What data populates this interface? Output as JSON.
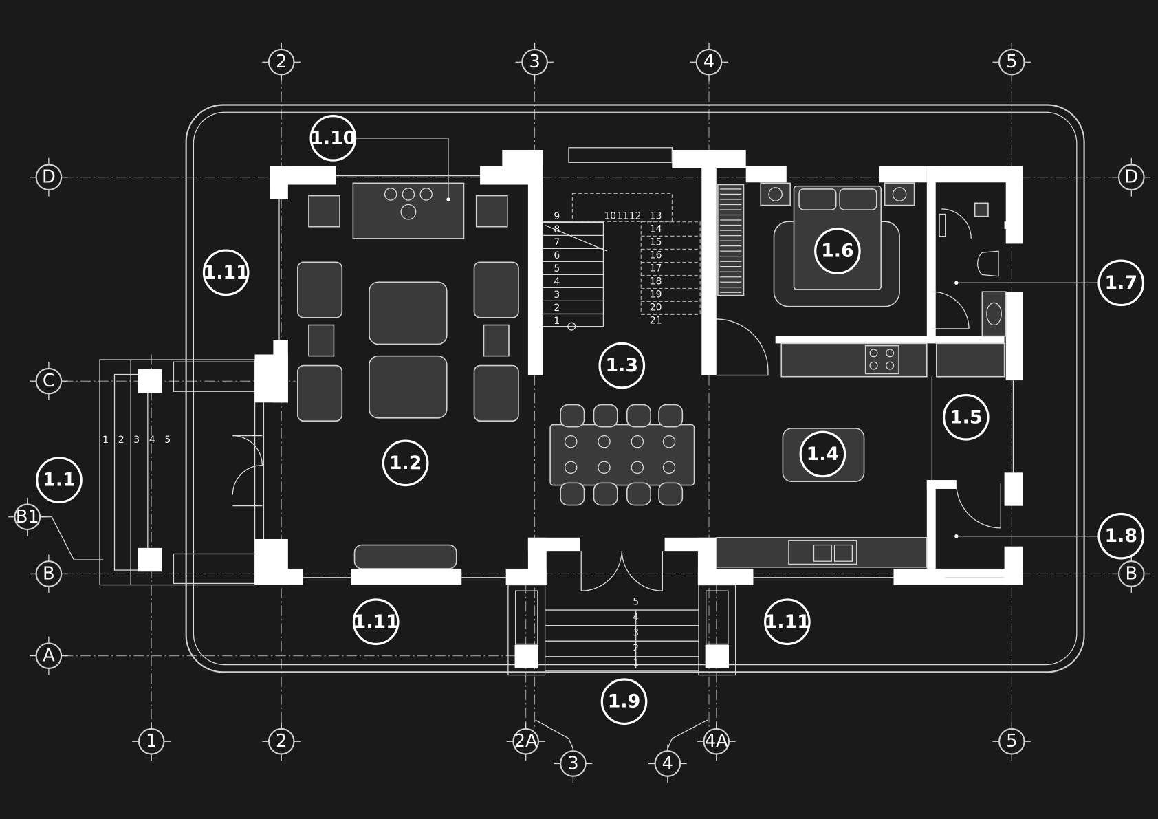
{
  "drawing": {
    "type": "ground floor plan",
    "colors": {
      "background": "#1a1a1a",
      "walls": "#ffffff",
      "lines": "#cfcfcf"
    }
  },
  "grid_labels": {
    "top": [
      "2",
      "3",
      "4",
      "5"
    ],
    "bottom": [
      "1",
      "2",
      "2A",
      "3",
      "4",
      "4A",
      "5"
    ],
    "left": [
      "D",
      "C",
      "B1",
      "B",
      "A"
    ],
    "right": [
      "D",
      "B"
    ]
  },
  "room_tags": [
    "1.10",
    "1.11",
    "1.11",
    "1.11",
    "1.1",
    "1.2",
    "1.3",
    "1.4",
    "1.5",
    "1.6",
    "1.7",
    "1.8",
    "1.9"
  ],
  "stair_numbers": [
    "1",
    "2",
    "3",
    "4",
    "5",
    "6",
    "7",
    "8",
    "9",
    "10",
    "11",
    "12",
    "13",
    "14",
    "15",
    "16",
    "17",
    "18",
    "19",
    "20",
    "21"
  ],
  "entry_step_numbers": [
    "1",
    "2",
    "3",
    "4",
    "5"
  ],
  "porch_step_numbers": [
    "1",
    "2",
    "3",
    "4",
    "5"
  ]
}
